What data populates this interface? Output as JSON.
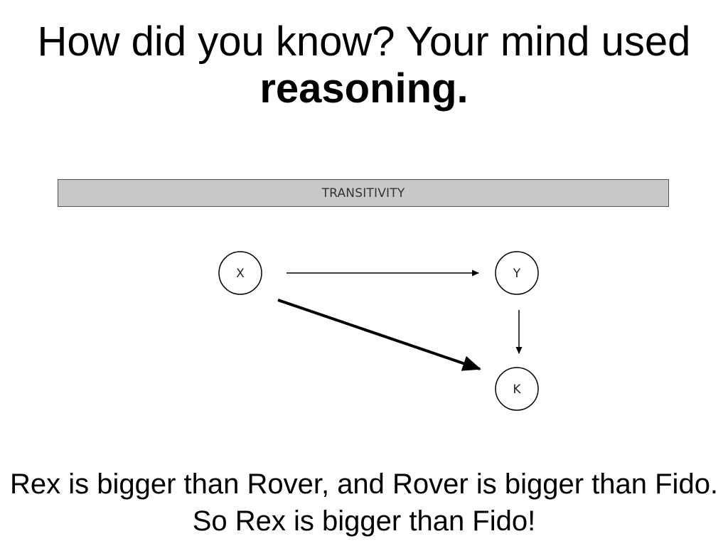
{
  "slide": {
    "title_regular": "How did you know?  Your mind used ",
    "title_bold": "reasoning.",
    "banner_label": "TRANSITIVITY",
    "caption": "Rex is bigger than Rover, and Rover is bigger than Fido.  So Rex is bigger than Fido!"
  },
  "diagram": {
    "nodes": [
      {
        "id": "x",
        "label": "X"
      },
      {
        "id": "y",
        "label": "Y"
      },
      {
        "id": "k",
        "label": "K"
      }
    ],
    "edges": [
      {
        "from": "X",
        "to": "Y",
        "style": "thin"
      },
      {
        "from": "Y",
        "to": "K",
        "style": "thin"
      },
      {
        "from": "X",
        "to": "K",
        "style": "thick"
      }
    ],
    "colors": {
      "banner_fill": "#c8c8c8",
      "banner_border": "#555555",
      "stroke": "#000000"
    }
  }
}
